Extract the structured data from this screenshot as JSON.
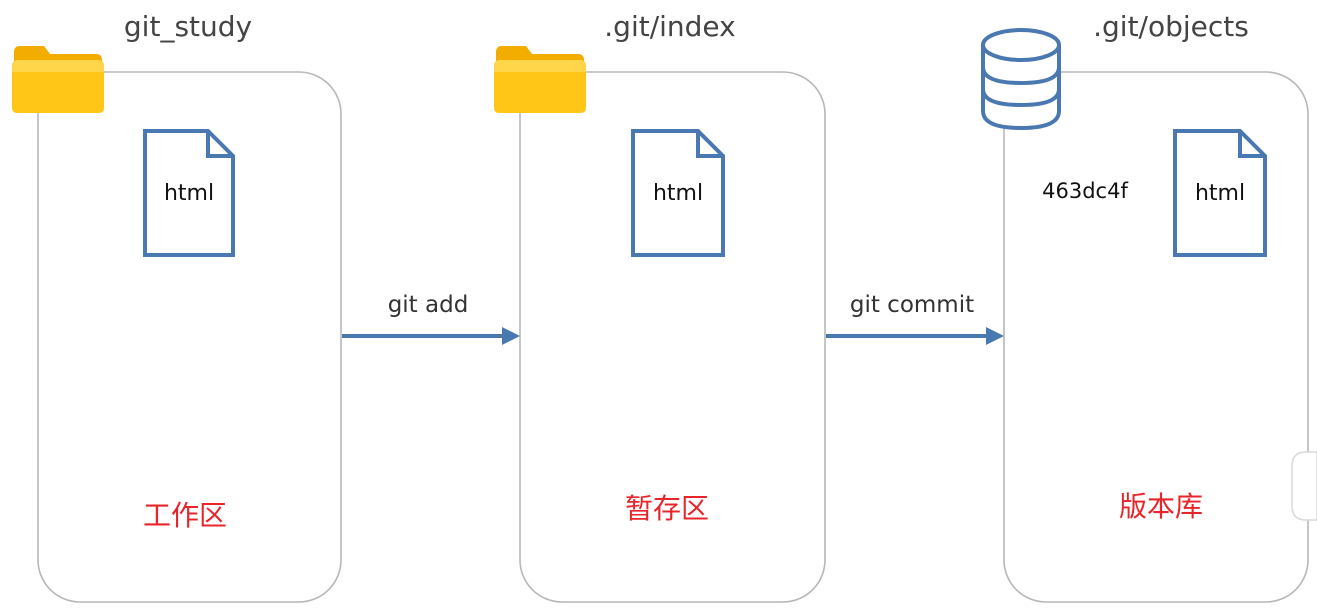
{
  "colors": {
    "accent": "#4A78B0",
    "area_label": "#E8252B",
    "folder": "#FFC517",
    "folder_dark": "#F3AC00",
    "title": "#444444"
  },
  "panels": [
    {
      "title": "git_study",
      "icon": "folder-icon",
      "file_label": "html",
      "area_label": "工作区"
    },
    {
      "title": ".git/index",
      "icon": "folder-icon",
      "file_label": "html",
      "area_label": "暂存区"
    },
    {
      "title": ".git/objects",
      "icon": "database-icon",
      "file_label": "html",
      "hash": "463dc4f",
      "area_label": "版本库"
    }
  ],
  "arrows": [
    {
      "label": "git add"
    },
    {
      "label": "git commit"
    }
  ]
}
